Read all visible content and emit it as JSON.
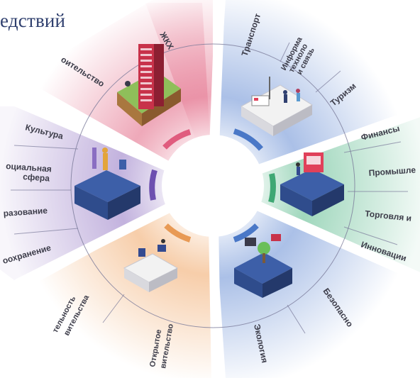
{
  "title": "едствий",
  "colors": {
    "pink": "#e98ca2",
    "blue": "#9cb5e3",
    "green": "#8fd0b1",
    "orange": "#f6c8a0",
    "purple": "#b8a5d8",
    "label": "#3d3d4a",
    "line": "#7a7a9a"
  },
  "labels": {
    "zhkh": "ЖКХ",
    "stroitelstvo": "оительство",
    "transport": "Транспорт",
    "it_line1": "Информа",
    "it_line2": "техноло",
    "it_line3": "и связь",
    "turizm": "Туризм",
    "finansy": "Финансы",
    "promyshl": "Промышле",
    "torgovlya": "Торговля и",
    "innovacii": "Инновации",
    "bezopasn": "Безопасно",
    "ekologiya": "Экология",
    "otkrytoe_line1": "Открытое",
    "otkrytoe_line2": "вительство",
    "lnost_line1": "тельность",
    "lnost_line2": "вительства",
    "kultura": "Культура",
    "soc_line1": "оциальная",
    "soc_line2": "сфера",
    "obrazovanie": "разование",
    "zdrav": "оохранение"
  }
}
